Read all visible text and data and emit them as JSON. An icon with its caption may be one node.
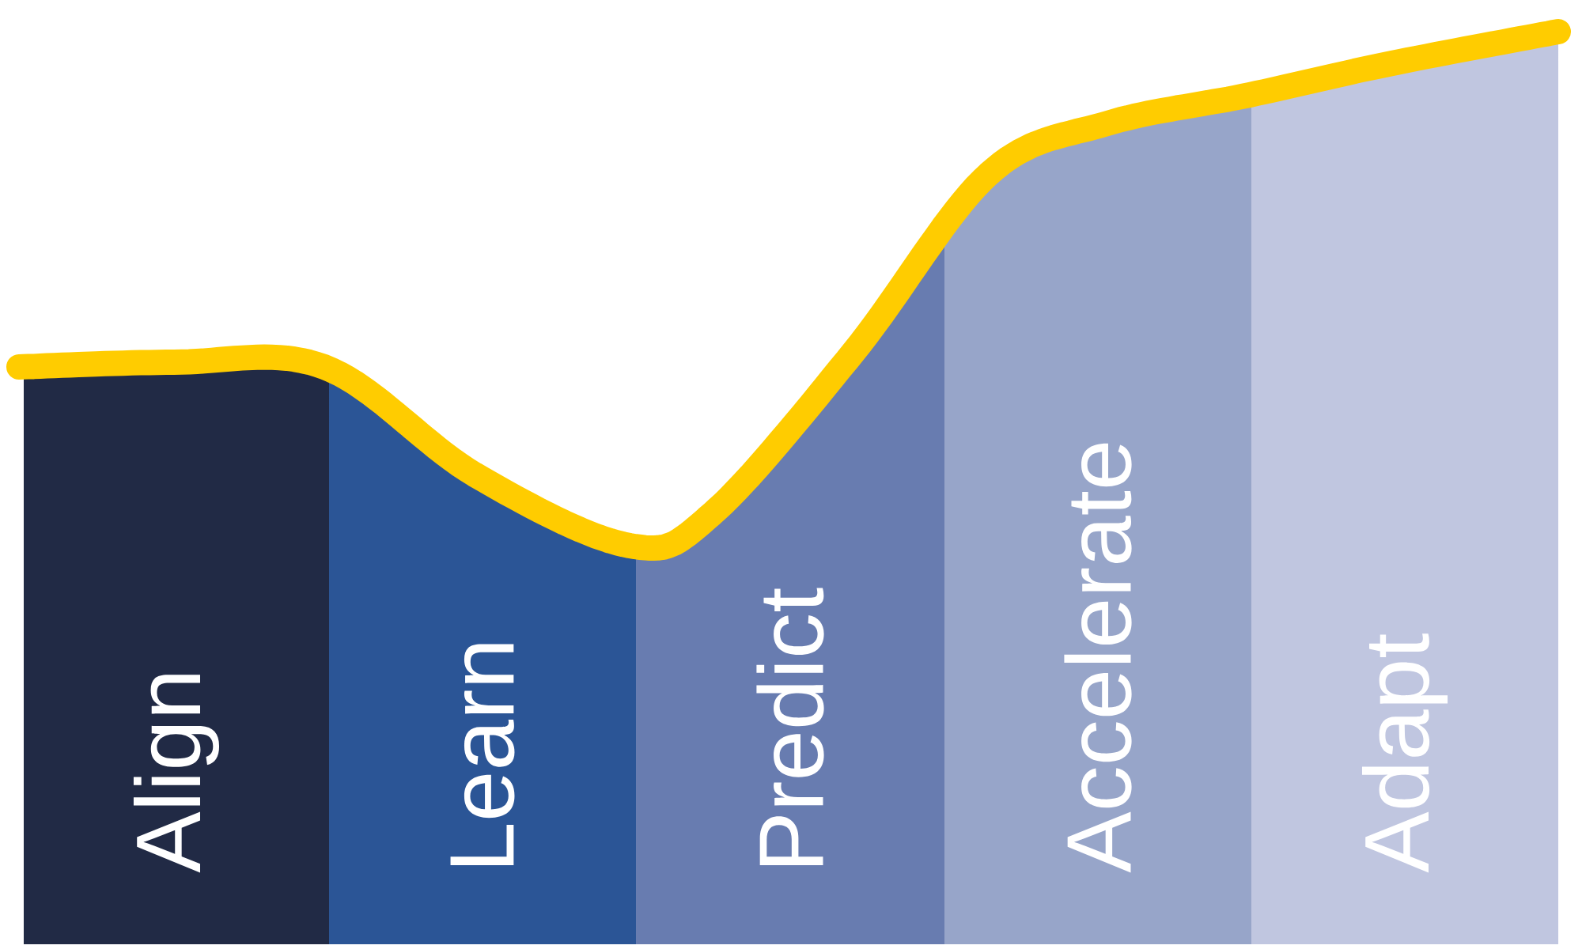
{
  "diagram": {
    "nodes": [
      {
        "text": [
          "Align"
        ]
      },
      {
        "text": [
          "Learn"
        ]
      },
      {
        "text": [
          "Predict"
        ]
      },
      {
        "text": [
          "Accelerate"
        ]
      },
      {
        "text": [
          "Adapt"
        ]
      }
    ]
  }
}
